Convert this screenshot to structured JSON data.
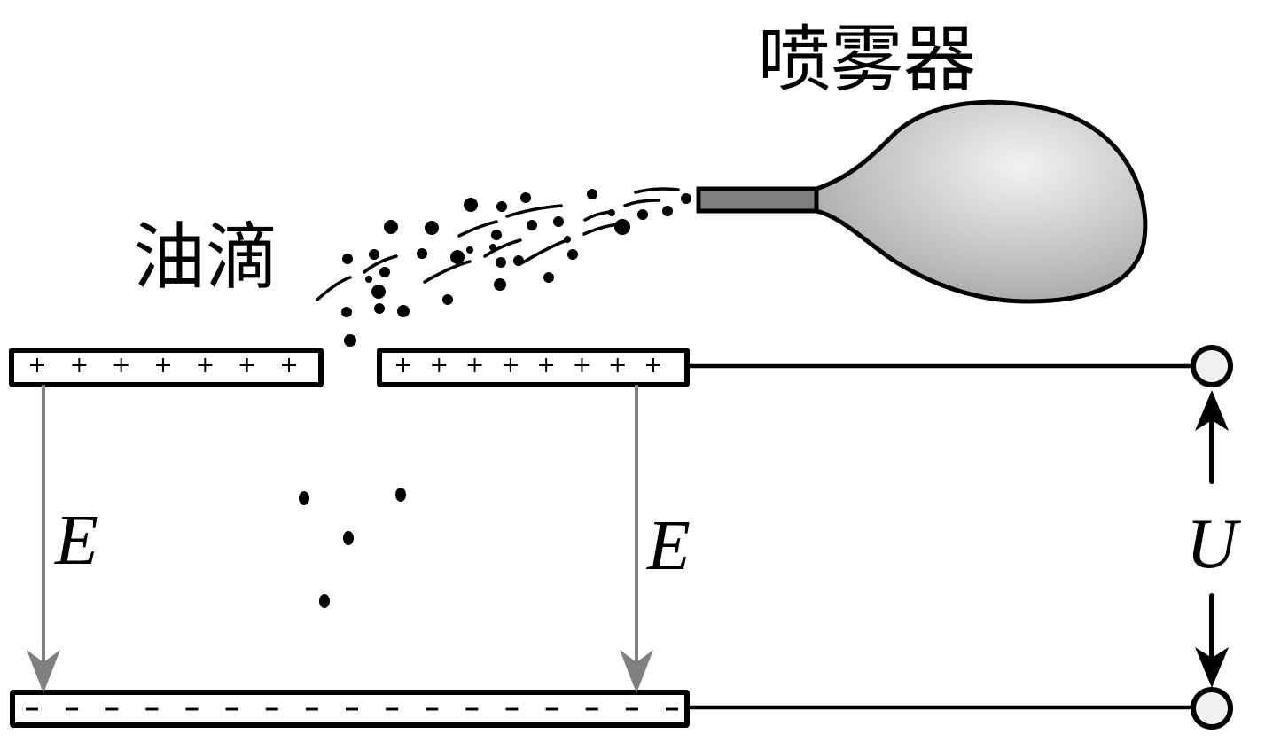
{
  "title": "Millikan oil-drop experiment apparatus",
  "labels": {
    "atomizer": "喷雾器",
    "oil_drops": "油滴",
    "field_left": "E",
    "field_right": "E",
    "voltage": "U"
  },
  "plates": {
    "top_left": {
      "charge": "positive",
      "sign": "+",
      "count": 7
    },
    "top_right": {
      "charge": "positive",
      "sign": "+",
      "count": 8
    },
    "bottom": {
      "charge": "negative",
      "sign": "−",
      "count": 17
    }
  },
  "colors": {
    "ink": "#000000",
    "field_arrow": "#808080",
    "atomizer_body_light": "#f2f2f2",
    "atomizer_body_dark": "#a6a6a6",
    "nozzle": "#808080",
    "terminal_fill": "#f0f0f0",
    "plate_fill": "#ffffff"
  },
  "droplet_counts": {
    "spray_region": 34,
    "between_plates": 4
  }
}
